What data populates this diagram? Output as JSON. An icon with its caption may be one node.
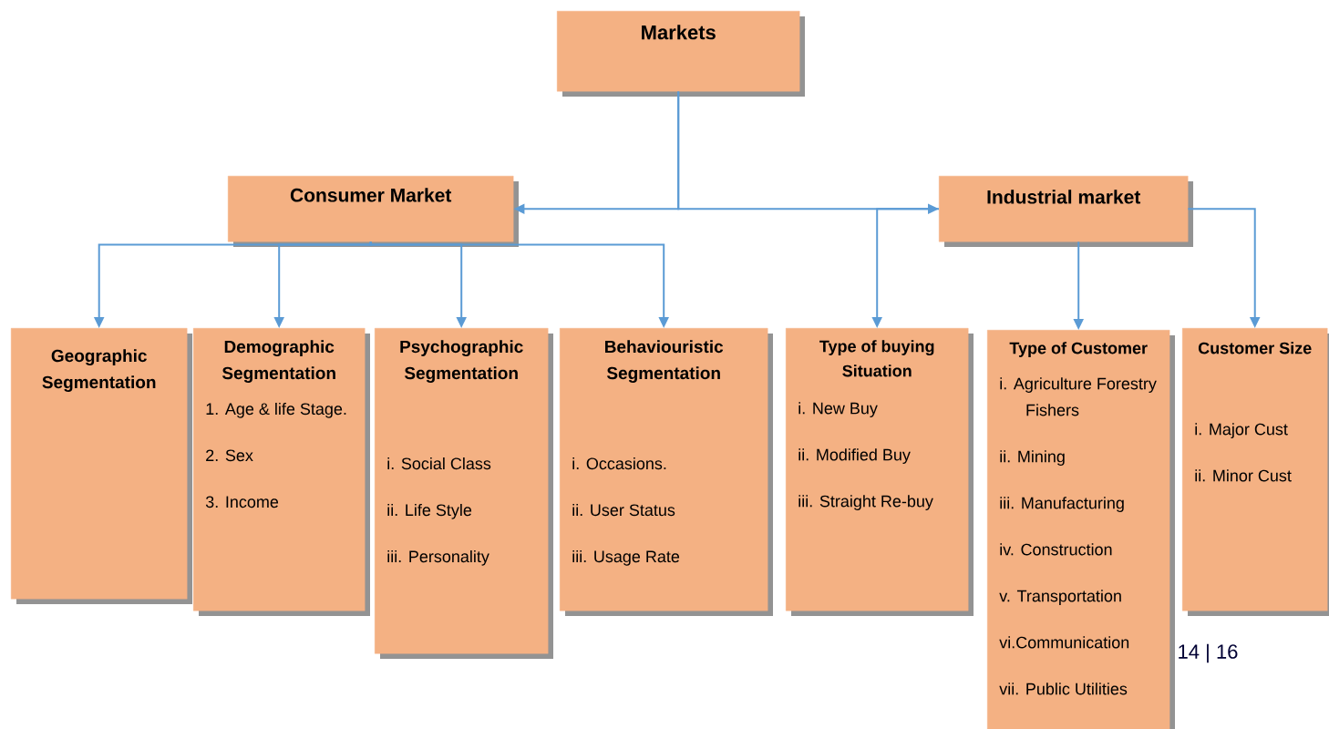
{
  "diagram": {
    "nodes": [
      {
        "text": [
          "Markets"
        ]
      },
      {
        "text": [
          "Consumer Market"
        ]
      },
      {
        "text": [
          "Industrial market"
        ]
      },
      {
        "text": [
          "Geographic Segmentation"
        ]
      },
      {
        "text": [
          "Demographic Segmentation",
          "1. Age & life Stage.",
          "2. Sex",
          "3. Income"
        ]
      },
      {
        "text": [
          "Psychographic Segmentation",
          "i. Social Class",
          "ii. Life Style",
          "iii. Personality"
        ]
      },
      {
        "text": [
          "Behaviouristic Segmentation",
          "i. Occasions.",
          "ii. User Status",
          "iii. Usage Rate"
        ]
      },
      {
        "text": [
          "Type of buying Situation",
          "i. New Buy",
          "ii. Modified Buy",
          "iii. Straight Re-buy"
        ]
      },
      {
        "text": [
          "Type of Customer",
          "i. Agriculture Forestry Fishers",
          "ii. Mining",
          "iii. Manufacturing",
          "iv. Construction",
          "v. Transportation",
          "vi.Communication",
          "vii. Public Utilities"
        ]
      },
      {
        "text": [
          "Customer Size",
          "i. Major Cust",
          "ii. Minor Cust"
        ]
      }
    ],
    "edges": [
      {
        "from": 0,
        "to": 1,
        "arrow": "to"
      },
      {
        "from": 0,
        "to": 2,
        "arrow": "to"
      },
      {
        "from": 1,
        "to": 3,
        "arrow": "to"
      },
      {
        "from": 1,
        "to": 4,
        "arrow": "to"
      },
      {
        "from": 1,
        "to": 5,
        "arrow": "to"
      },
      {
        "from": 1,
        "to": 6,
        "arrow": "to"
      },
      {
        "from": 2,
        "to": 7,
        "arrow": "to"
      },
      {
        "from": 2,
        "to": 8,
        "arrow": "to"
      },
      {
        "from": 2,
        "to": 9,
        "arrow": "to"
      }
    ],
    "labels": [
      "14 | 16"
    ]
  }
}
